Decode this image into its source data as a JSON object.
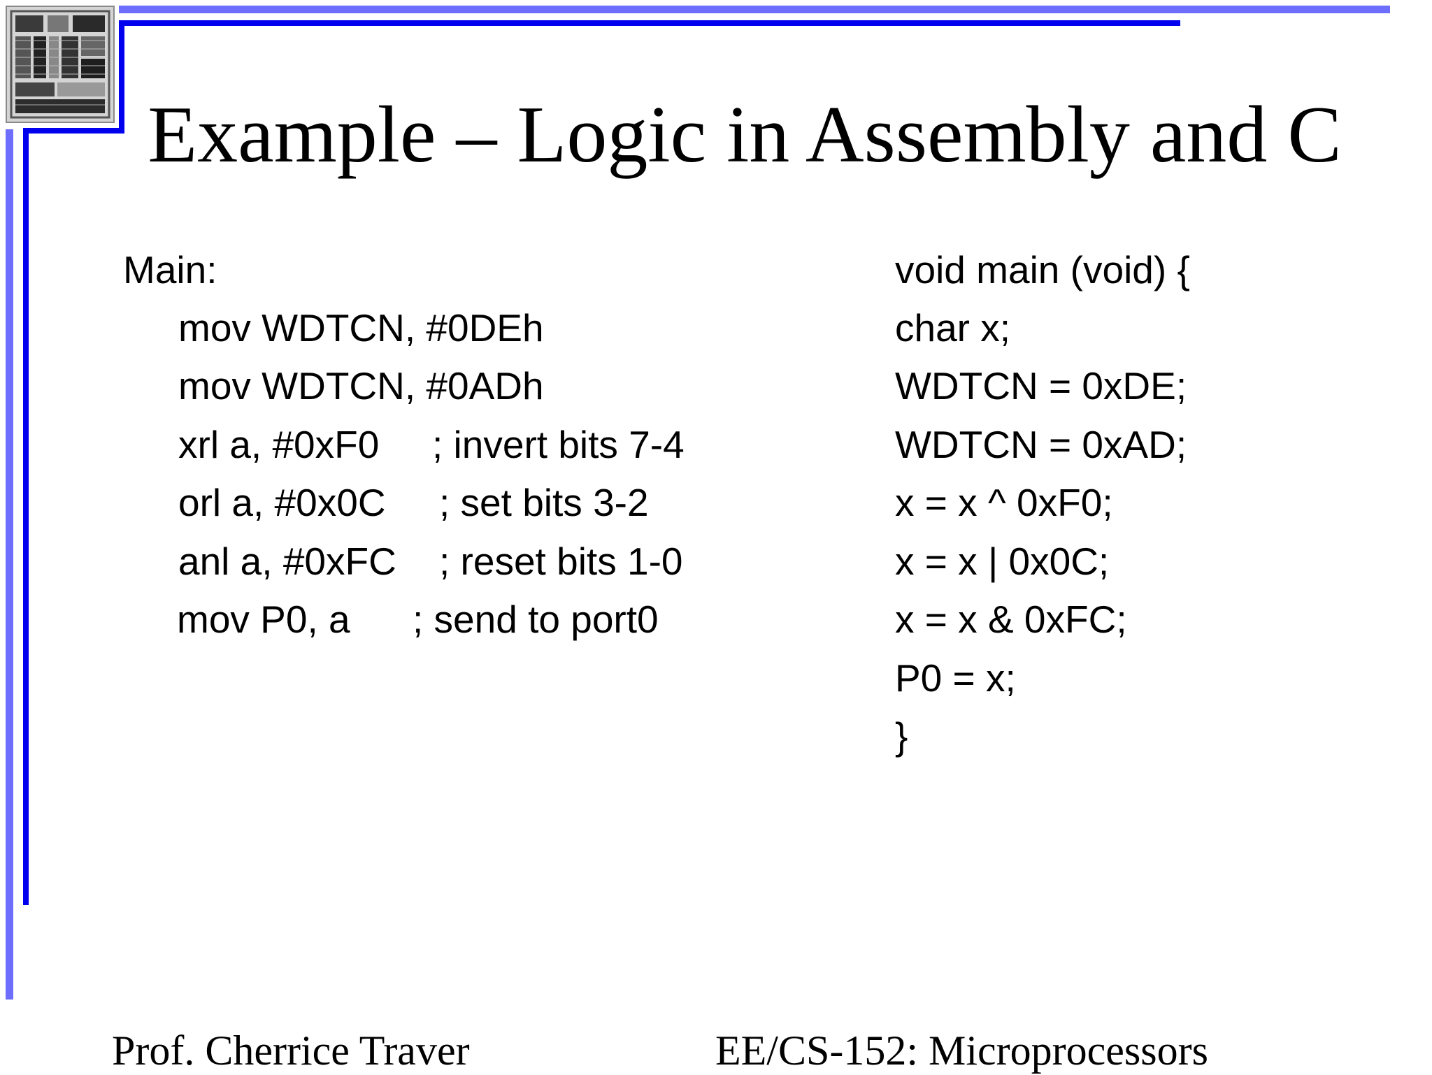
{
  "slide": {
    "title": "Example – Logic in Assembly and C"
  },
  "assembly": {
    "label": "Main:",
    "lines": [
      {
        "instr": "mov WDTCN, #0DEh",
        "comment": ""
      },
      {
        "instr": "mov WDTCN, #0ADh",
        "comment": ""
      },
      {
        "instr": "xrl a, #0xF0",
        "comment": "; invert bits 7-4"
      },
      {
        "instr": "orl a, #0x0C",
        "comment": "; set bits 3-2"
      },
      {
        "instr": "anl a, #0xFC",
        "comment": "; reset bits 1-0"
      },
      {
        "instr": "mov P0, a",
        "comment": "; send to port0"
      }
    ]
  },
  "c_code": {
    "lines": [
      "void main (void) {",
      "char x;",
      "WDTCN = 0xDE;",
      "WDTCN = 0xAD;",
      "x = x ^ 0xF0;",
      "x = x | 0x0C;",
      "x = x & 0xFC;",
      "P0 = x;",
      "}"
    ]
  },
  "footer": {
    "author": "Prof. Cherrice Traver",
    "course": "EE/CS-152: Microprocessors"
  },
  "colors": {
    "frame_light": "#6e6efc",
    "frame_dark": "#0000ee"
  }
}
